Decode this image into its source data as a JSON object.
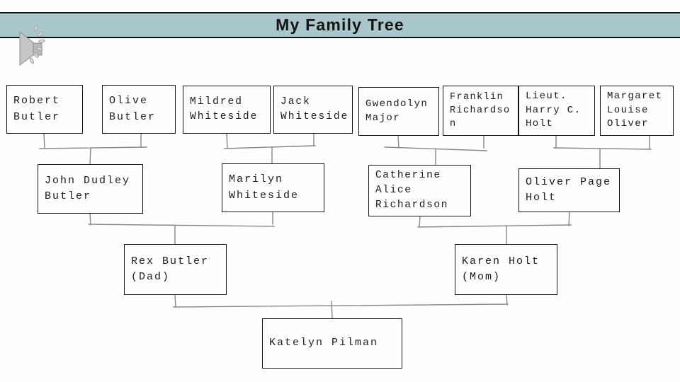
{
  "slide": {
    "title": "My Family Tree"
  },
  "icons": {
    "audio": "speaker-icon"
  },
  "colors": {
    "header_fill": "#a9c6ca",
    "header_border": "#101010",
    "box_border": "#141414",
    "box_fill": "#fefeff",
    "connector_line": "#868686",
    "background": "#fdfeff",
    "text": "#1c1c1c"
  },
  "tree": {
    "generation_1": [
      {
        "name": "Robert\nButler"
      },
      {
        "name": "Olive\nButler"
      },
      {
        "name": "Mildred\nWhiteside"
      },
      {
        "name": "Jack\nWhiteside"
      },
      {
        "name": "Gwendolyn\nMajor"
      },
      {
        "name": "Franklin\nRichardso\nn"
      },
      {
        "name": "Lieut.\nHarry C.\nHolt"
      },
      {
        "name": "Margaret\nLouise\nOliver"
      }
    ],
    "generation_2": [
      {
        "name": "John Dudley\nButler"
      },
      {
        "name": "Marilyn\nWhiteside"
      },
      {
        "name": "Catherine\nAlice\nRichardson"
      },
      {
        "name": "Oliver Page\nHolt"
      }
    ],
    "generation_3": [
      {
        "name": "Rex Butler\n(Dad)"
      },
      {
        "name": "Karen Holt\n(Mom)"
      }
    ],
    "generation_4": [
      {
        "name": "Katelyn Pilman"
      }
    ]
  }
}
